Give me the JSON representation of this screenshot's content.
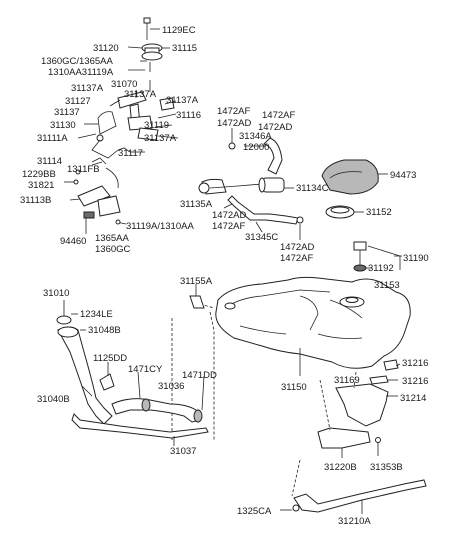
{
  "part_numbers": {
    "p1129EC": "1129EC",
    "p31120": "31120",
    "p31115": "31115",
    "p1360GC_1365AA": "1360GC/1365AA",
    "p1310AA_31119A": "1310AA31119A",
    "p31070": "31070",
    "p31137A_a": "31137A",
    "p31137A_b": "31137A",
    "p31127": "31127",
    "p31137A_c": "31137A",
    "p31137": "31137",
    "p31116": "31116",
    "p31130": "31130",
    "p31119": "31119",
    "p31111A": "31111A",
    "p31137A_d": "31137A",
    "p31117": "31117",
    "p31114": "31114",
    "p1311FB": "1311FB",
    "p1229BB": "1229BB",
    "p31821": "31821",
    "p31113B": "31113B",
    "p94460": "94460",
    "p31119A_1310AA": "31119A/1310AA",
    "p1365AA": "1365AA",
    "p1360GC": "1360GC",
    "p1472AF_a": "1472AF",
    "p1472AD_a": "1472AD",
    "p1472AF_b": "1472AF",
    "p1472AD_b": "1472AD",
    "p31346A": "31346A",
    "p12000": "12000",
    "p94473": "94473",
    "p31134C": "31134C",
    "p31135A": "31135A",
    "p1472AD_c": "1472AD",
    "p1472AF_c": "1472AF",
    "p31345C": "31345C",
    "p31152": "31152",
    "p1472AD_d": "1472AD",
    "p1472AF_d": "1472AF",
    "p31190": "31190",
    "p31192": "31192",
    "p31153": "31153",
    "p31155A": "31155A",
    "p31010": "31010",
    "p1234LE": "1234LE",
    "p31048B": "31048B",
    "p1125DD": "1125DD",
    "p1471CY": "1471CY",
    "p1471DD": "1471DD",
    "p31036": "31036",
    "p31040B": "31040B",
    "p31037": "31037",
    "p31150": "31150",
    "p31216_a": "31216",
    "p31169": "31169",
    "p31216_b": "31216",
    "p31214": "31214",
    "p31220B": "31220B",
    "p31353B": "31353B",
    "p1325CA": "1325CA",
    "p31210A": "31210A"
  }
}
